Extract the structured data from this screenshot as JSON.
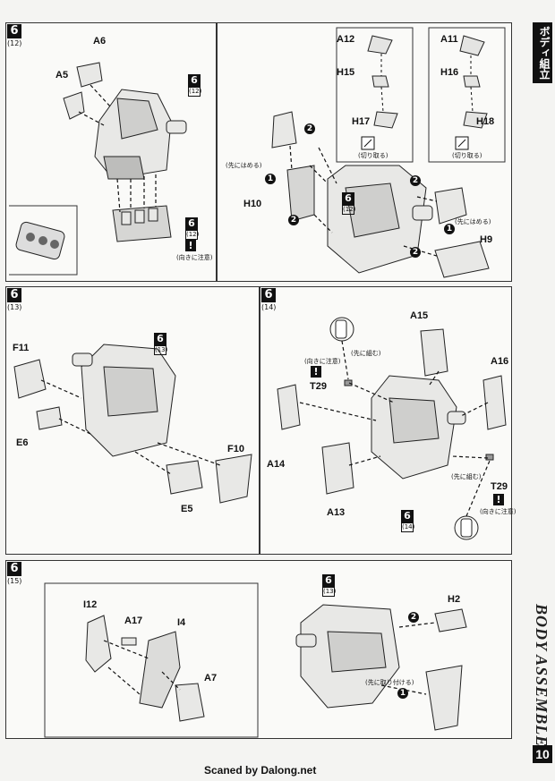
{
  "steps": [
    {
      "num": "6",
      "sub": "(12)"
    },
    {
      "num": "6",
      "sub": "(13)"
    },
    {
      "num": "6",
      "sub": "(14)"
    },
    {
      "num": "6",
      "sub": "(15)"
    }
  ],
  "refs": {
    "r12a": {
      "num": "6",
      "sub": "(12)"
    },
    "r12b": {
      "num": "6",
      "sub": "(12)"
    },
    "r13": {
      "num": "6",
      "sub": "(13)"
    },
    "r14": {
      "num": "6",
      "sub": "(13)"
    },
    "r15": {
      "num": "6",
      "sub": "(14)"
    }
  },
  "labels": {
    "p1_a6": "A6",
    "p1_a5": "A5",
    "p2_a12": "A12",
    "p2_a11": "A11",
    "p2_h15": "H15",
    "p2_h16": "H16",
    "p2_h17": "H17",
    "p2_h18": "H18",
    "p2_h10": "H10",
    "p2_h9": "H9",
    "p3_f11": "F11",
    "p3_e6": "E6",
    "p3_f10": "F10",
    "p3_e5": "E5",
    "p4_a15": "A15",
    "p4_a16": "A16",
    "p4_t29a": "T29",
    "p4_t29b": "T29",
    "p4_a14": "A14",
    "p4_a13": "A13",
    "p5_i12": "I12",
    "p5_a17": "A17",
    "p5_i4": "I4",
    "p5_a7": "A7",
    "p5_h2": "H2"
  },
  "notes": {
    "sakinihameru1": "(先にはめる)",
    "sakinihameru2": "(先にはめる)",
    "kiritoru1": "(切り取る)",
    "kiritoru2": "(切り取る)",
    "mukini1": "(向きに注意)",
    "mukini2": "(向きに注意)",
    "mukini3": "(向きに注意)",
    "sakiniumeru1": "(先に組む)",
    "sakiniumeru2": "(先に組む)",
    "sakinitoritsukeru": "(先に取り付ける)"
  },
  "arrows": {
    "one": "1",
    "two": "2"
  },
  "sidebar": {
    "jp_title": "ボディ組立",
    "en_title": "BODY ASSEMBLE",
    "page": "10"
  },
  "footer": {
    "credit": "Scaned by Dalong.net"
  }
}
